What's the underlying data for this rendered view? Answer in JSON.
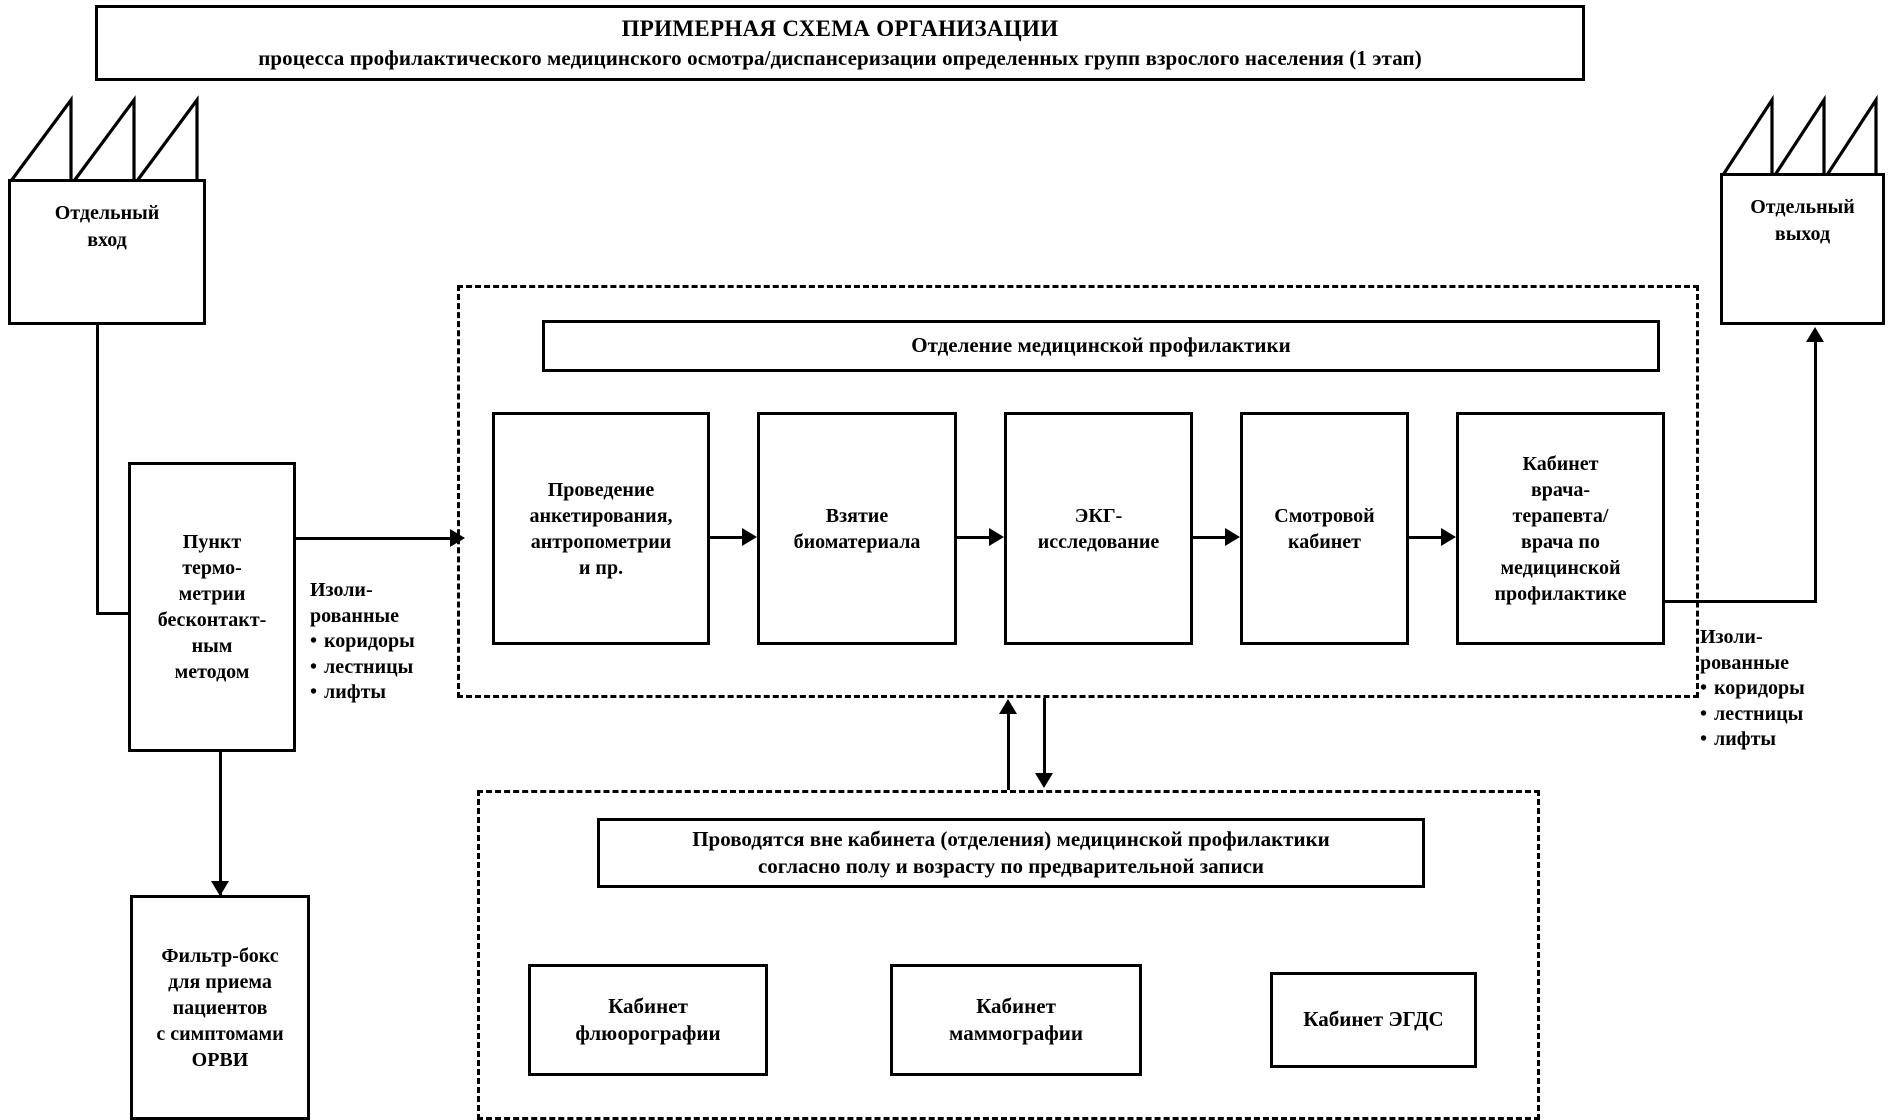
{
  "title": {
    "line1": "ПРИМЕРНАЯ СХЕМА ОРГАНИЗАЦИИ",
    "line2": "процесса профилактического медицинского осмотра/диспансеризации определенных групп взрослого населения (1 этап)"
  },
  "entrance": {
    "label": "Отдельный\nвход"
  },
  "exit": {
    "label": "Отдельный\nвыход"
  },
  "thermometry": {
    "label": "Пункт\nтермо-\nметрии\nбесконтакт-\nным\nметодом"
  },
  "filter_box": {
    "label": "Фильтр-бокс\nдля приема\nпациентов\nс симптомами\nОРВИ"
  },
  "isolated_left": {
    "heading_line1": "Изоли-",
    "heading_line2": "рованные",
    "items": [
      "коридоры",
      "лестницы",
      "лифты"
    ]
  },
  "isolated_right": {
    "heading_line1": "Изоли-",
    "heading_line2": "рованные",
    "items": [
      "коридоры",
      "лестницы",
      "лифты"
    ]
  },
  "prevention_department": {
    "header": "Отделение медицинской профилактики",
    "steps": [
      {
        "label": "Проведение\nанкетирования,\nантропометрии\nи пр."
      },
      {
        "label": "Взятие\nбиоматериала"
      },
      {
        "label": "ЭКГ-\nисследование"
      },
      {
        "label": "Смотровой\nкабинет"
      },
      {
        "label": "Кабинет\nврача-\nтерапевта/\nврача по\nмедицинской\nпрофилактике"
      }
    ]
  },
  "external_section": {
    "note_line1": "Проводятся вне кабинета (отделения) медицинской профилактики",
    "note_line2": "согласно полу и возрасту по предварительной записи",
    "rooms": [
      {
        "label": "Кабинет\nфлюорографии"
      },
      {
        "label": "Кабинет\nмаммографии"
      },
      {
        "label": "Кабинет ЭГДС"
      }
    ]
  },
  "colors": {
    "stroke": "#000000",
    "background": "#ffffff"
  }
}
